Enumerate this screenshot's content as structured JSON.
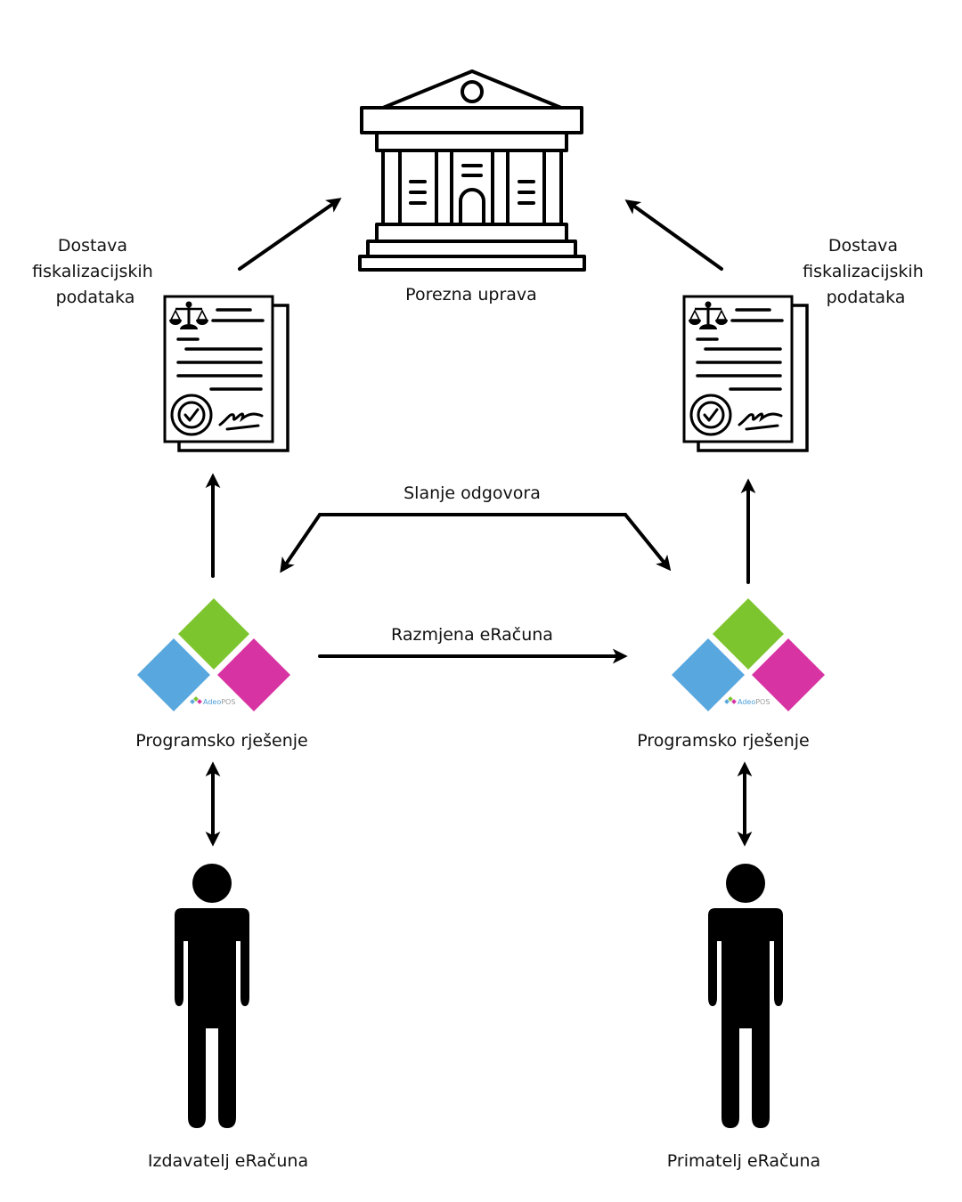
{
  "title": "eRačun fiscalization flow",
  "nodes": {
    "tax_authority": {
      "label": "Porezna uprava",
      "icon": "government-building-icon"
    },
    "doc_left": {
      "label_lines": [
        "Dostava",
        "fiskalizacijskih",
        "podataka"
      ],
      "icon": "legal-document-icon"
    },
    "doc_right": {
      "label_lines": [
        "Dostava",
        "fiskalizacijskih",
        "podataka"
      ],
      "icon": "legal-document-icon"
    },
    "software_left": {
      "label": "Programsko rješenje",
      "logo_text_a": "Adeo",
      "logo_text_b": "POS"
    },
    "software_right": {
      "label": "Programsko rješenje",
      "logo_text_a": "Adeo",
      "logo_text_b": "POS"
    },
    "issuer": {
      "label": "Izdavatelj eRačuna",
      "icon": "person-icon"
    },
    "receiver": {
      "label": "Primatelj eRačuna",
      "icon": "person-icon"
    }
  },
  "edges": {
    "response": {
      "label": "Slanje odgovora"
    },
    "exchange": {
      "label": "Razmjena eRačuna"
    }
  },
  "colors": {
    "logo_green": "#7dc52f",
    "logo_blue": "#58a8df",
    "logo_magenta": "#d733a3",
    "logo_text_blue": "#4a9fd8",
    "logo_text_gray": "#9a9a9a",
    "ink": "#000000"
  }
}
